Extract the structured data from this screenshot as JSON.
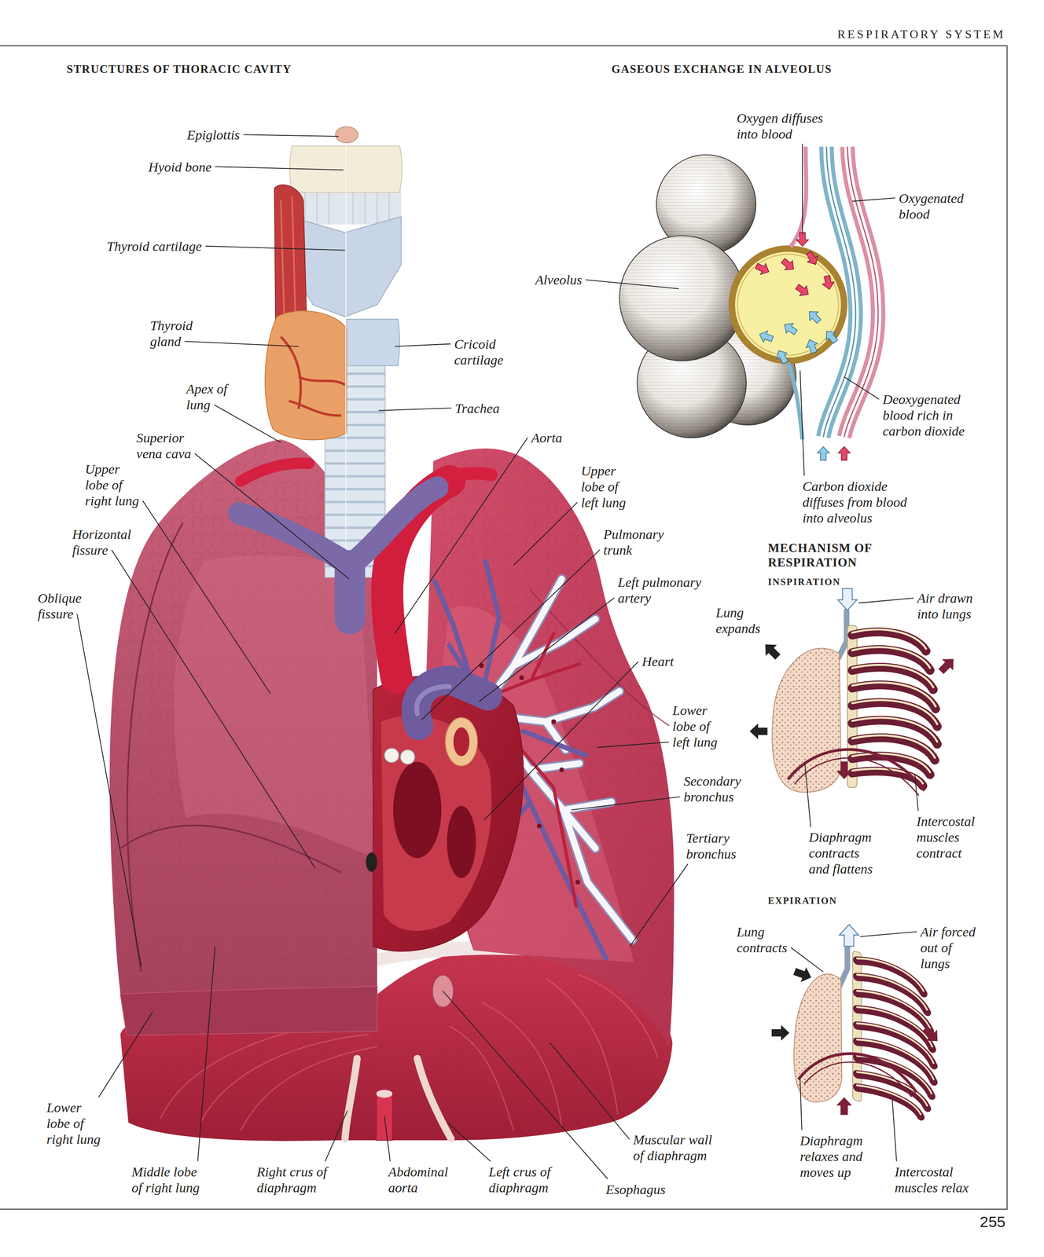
{
  "diagram": {
    "labels": [
      "RESPIRATORY SYSTEM",
      "STRUCTURES OF THORACIC CAVITY",
      "GASEOUS EXCHANGE IN ALVEOLUS",
      "Epiglottis",
      "Hyoid bone",
      "Thyroid cartilage",
      "Thyroid gland",
      "Cricoid cartilage",
      "Apex of lung",
      "Trachea",
      "Superior vena cava",
      "Aorta",
      "Upper lobe of right lung",
      "Upper lobe of left lung",
      "Horizontal fissure",
      "Pulmonary trunk",
      "Oblique fissure",
      "Left pulmonary artery",
      "Heart",
      "Lower lobe of left lung",
      "Secondary bronchus",
      "Tertiary bronchus",
      "Lower lobe of right lung",
      "Middle lobe of right lung",
      "Right crus of diaphragm",
      "Abdominal aorta",
      "Left crus of diaphragm",
      "Esophagus",
      "Muscular wall of diaphragm",
      "Oxygen diffuses into blood",
      "Oxygenated blood",
      "Alveolus",
      "Deoxygenated blood rich in carbon dioxide",
      "Carbon dioxide diffuses from blood into alveolus",
      "MECHANISM OF RESPIRATION",
      "INSPIRATION",
      "Lung expands",
      "Air drawn into lungs",
      "Diaphragm contracts and flattens",
      "Intercostal muscles contract",
      "EXPIRATION",
      "Lung contracts",
      "Air forced out of lungs",
      "Diaphragm relaxes and moves up",
      "Intercostal muscles relax",
      "255"
    ]
  }
}
